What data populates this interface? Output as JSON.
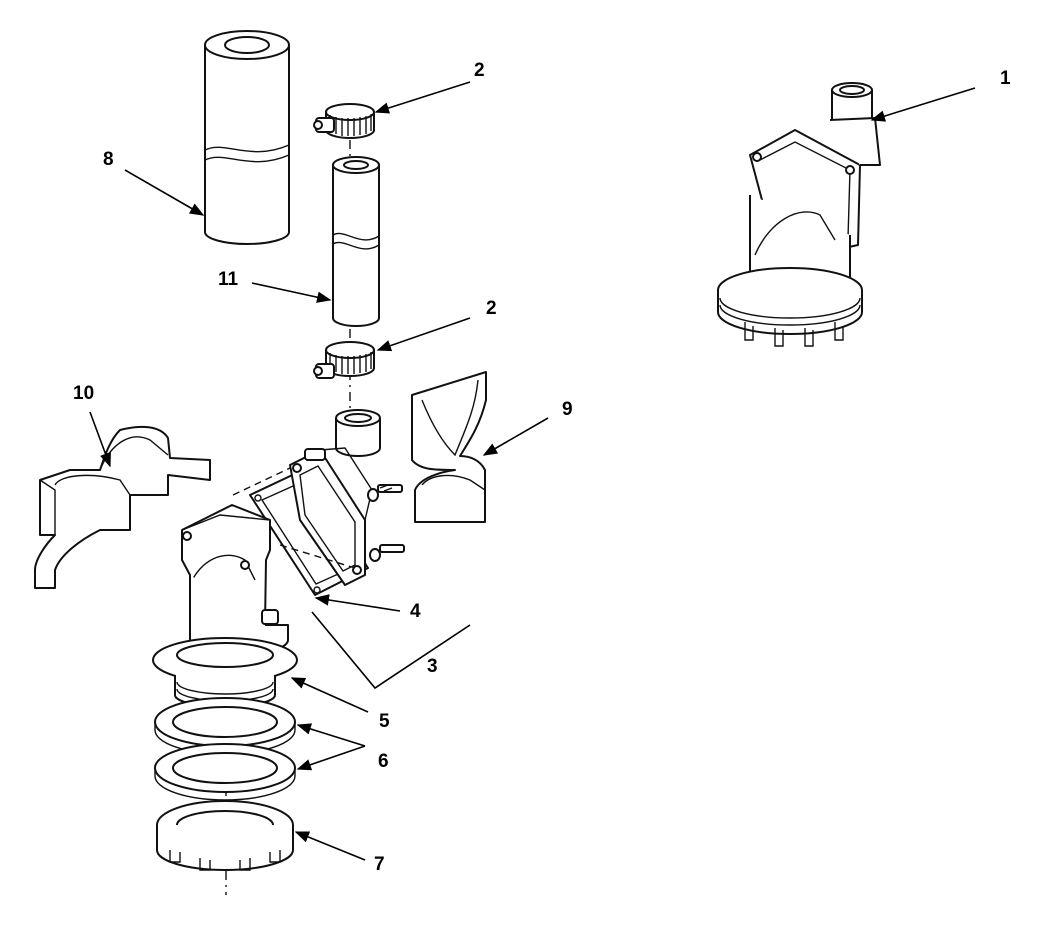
{
  "callouts": {
    "c1": "1",
    "c2a": "2",
    "c2b": "2",
    "c3": "3",
    "c4": "4",
    "c5": "5",
    "c6": "6",
    "c7": "7",
    "c8": "8",
    "c9": "9",
    "c10": "10",
    "c11": "11"
  },
  "colors": {
    "ink": "#111111",
    "paper": "#ffffff"
  }
}
